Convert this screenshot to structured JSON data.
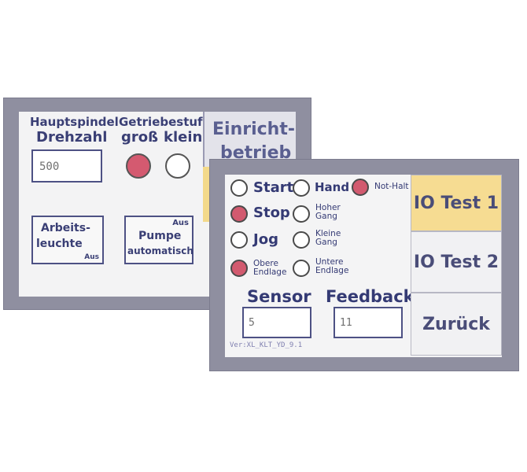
{
  "panel_back": {
    "hauptspindel": "Hauptspindel",
    "drehzahl": "Drehzahl",
    "drehzahl_value": "500",
    "getriebestufe": "Getriebestufe",
    "gross": "groß",
    "klein": "klein",
    "einricht_line1": "Einricht-",
    "einricht_line2": "betrieb",
    "arbeitsleuchte_line1": "Arbeits-",
    "arbeitsleuchte_line2": "leuchte",
    "arbeitsleuchte_state": "Aus",
    "pumpe_state": "Aus",
    "pumpe_line1": "Pumpe",
    "pumpe_line2": "automatisch",
    "indicators": {
      "gross": "on",
      "klein": "off"
    }
  },
  "panel_front": {
    "signals": [
      {
        "label": "Start",
        "state": "off"
      },
      {
        "label": "Hand",
        "state": "off"
      },
      {
        "label": "Not-Halt",
        "state": "on"
      },
      {
        "label": "Stop",
        "state": "on"
      },
      {
        "label_line1": "Hoher",
        "label_line2": "Gang",
        "state": "off"
      },
      {
        "label": "Jog",
        "state": "off"
      },
      {
        "label_line1": "Kleine",
        "label_line2": "Gang",
        "state": "off"
      },
      {
        "label_line1": "Obere",
        "label_line2": "Endlage",
        "state": "on"
      },
      {
        "label_line1": "Untere",
        "label_line2": "Endlage",
        "state": "off"
      }
    ],
    "sensor_title": "Sensor",
    "sensor_value": "5",
    "feedback_title": "Feedback",
    "feedback_value": "11",
    "version": "Ver:XL_KLT_YD_9.1",
    "buttons": {
      "io_test_1": "IO Test 1",
      "io_test_2": "IO Test 2",
      "back": "Zurück"
    },
    "colors": {
      "active_button": "#f6dc92",
      "led_on": "#d25a6f"
    }
  }
}
